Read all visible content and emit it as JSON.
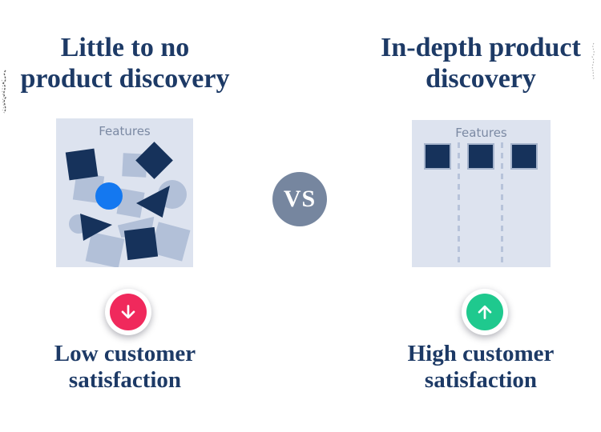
{
  "colors": {
    "navy": "#16325b",
    "title_text": "#1d3a66",
    "box_bg": "#dde3ef",
    "light_shape": "#b2c0d8",
    "bright_blue": "#1478f0",
    "vs_slate": "#76869f",
    "down_red": "#f0295c",
    "up_green": "#1fc98e",
    "features_label": "#7b89a3",
    "dashed_line": "#b7c3da",
    "square_border": "#a7b5cd",
    "white": "#ffffff"
  },
  "left_panel": {
    "title_line1": "Little to no",
    "title_line2": "product discovery",
    "features_label": "Features",
    "icon": "arrow-down-circle-icon",
    "caption_line1": "Low customer",
    "caption_line2": "satisfaction"
  },
  "right_panel": {
    "title_line1": "In-depth product",
    "title_line2": "discovery",
    "features_label": "Features",
    "icon": "arrow-up-circle-icon",
    "caption_line1": "High customer",
    "caption_line2": "satisfaction"
  },
  "vs_badge": {
    "label": "VS"
  }
}
